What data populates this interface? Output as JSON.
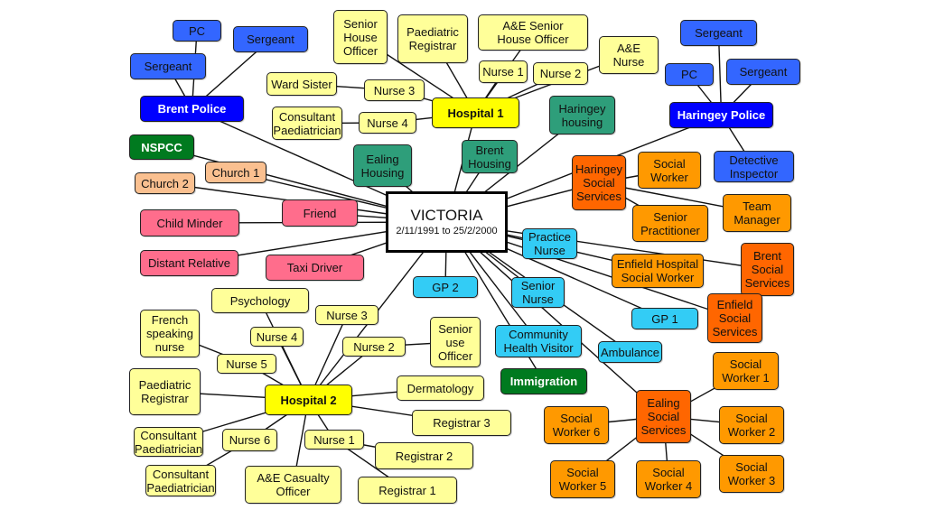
{
  "colors": {
    "yellow": "#ffff99",
    "hospital": "#ffff00",
    "police": "#0000ff",
    "police_officer": "#3366ff",
    "green_dark": "#007a1f",
    "teal": "#2e9e7a",
    "peach": "#fac090",
    "pink": "#ff6d8c",
    "cyan": "#33ccf5",
    "orange_light": "#ff9900",
    "orange_dark": "#ff6600"
  },
  "center": {
    "title": "VICTORIA",
    "dates": "2/11/1991 to 25/2/2000"
  },
  "nodes": [
    {
      "id": "pc1",
      "label": "PC",
      "color": "police_officer"
    },
    {
      "id": "sergeant1",
      "label": "Sergeant",
      "color": "police_officer"
    },
    {
      "id": "sergeant2",
      "label": "Sergeant",
      "color": "police_officer"
    },
    {
      "id": "brent_police",
      "label": "Brent Police",
      "color": "police"
    },
    {
      "id": "nspcc",
      "label": "NSPCC",
      "color": "green_dark"
    },
    {
      "id": "church2",
      "label": "Church 2",
      "color": "peach"
    },
    {
      "id": "church1",
      "label": "Church 1",
      "color": "peach"
    },
    {
      "id": "child_minder",
      "label": "Child Minder",
      "color": "pink"
    },
    {
      "id": "distant_relative",
      "label": "Distant Relative",
      "color": "pink"
    },
    {
      "id": "friend",
      "label": "Friend",
      "color": "pink"
    },
    {
      "id": "taxi_driver",
      "label": "Taxi Driver",
      "color": "pink"
    },
    {
      "id": "ealing_housing",
      "label": "Ealing\nHousing",
      "color": "teal"
    },
    {
      "id": "brent_housing",
      "label": "Brent\nHousing",
      "color": "teal"
    },
    {
      "id": "haringey_housing",
      "label": "Haringey\nhousing",
      "color": "teal"
    },
    {
      "id": "hospital1",
      "label": "Hospital 1",
      "color": "hospital"
    },
    {
      "id": "senior_house_officer",
      "label": "Senior\nHouse\nOfficer",
      "color": "yellow"
    },
    {
      "id": "paed_registrar1",
      "label": "Paediatric\nRegistrar",
      "color": "yellow"
    },
    {
      "id": "ae_senior_house_officer",
      "label": "A&E Senior\nHouse Officer",
      "color": "yellow"
    },
    {
      "id": "ae_nurse",
      "label": "A&E\nNurse",
      "color": "yellow"
    },
    {
      "id": "nurse1_h1",
      "label": "Nurse 1",
      "color": "yellow"
    },
    {
      "id": "nurse2_h1",
      "label": "Nurse 2",
      "color": "yellow"
    },
    {
      "id": "ward_sister",
      "label": "Ward Sister",
      "color": "yellow"
    },
    {
      "id": "nurse3_h1",
      "label": "Nurse 3",
      "color": "yellow"
    },
    {
      "id": "consultant_paed1",
      "label": "Consultant\nPaediatrician",
      "color": "yellow"
    },
    {
      "id": "nurse4_h1",
      "label": "Nurse 4",
      "color": "yellow"
    },
    {
      "id": "haringey_police",
      "label": "Haringey Police",
      "color": "police"
    },
    {
      "id": "sergeant3",
      "label": "Sergeant",
      "color": "police_officer"
    },
    {
      "id": "pc2",
      "label": "PC",
      "color": "police_officer"
    },
    {
      "id": "sergeant4",
      "label": "Sergeant",
      "color": "police_officer"
    },
    {
      "id": "detective_inspector",
      "label": "Detective\nInspector",
      "color": "police_officer"
    },
    {
      "id": "haringey_ss",
      "label": "Haringey\nSocial\nServices",
      "color": "orange_dark"
    },
    {
      "id": "social_worker",
      "label": "Social\nWorker",
      "color": "orange_light"
    },
    {
      "id": "team_manager",
      "label": "Team\nManager",
      "color": "orange_light"
    },
    {
      "id": "senior_practitioner",
      "label": "Senior\nPractitioner",
      "color": "orange_light"
    },
    {
      "id": "practice_nurse",
      "label": "Practice\nNurse",
      "color": "cyan"
    },
    {
      "id": "enfield_hosp_sw",
      "label": "Enfield Hospital\nSocial Worker",
      "color": "orange_light"
    },
    {
      "id": "brent_ss",
      "label": "Brent\nSocial\nServices",
      "color": "orange_dark"
    },
    {
      "id": "enfield_ss",
      "label": "Enfield\nSocial\nServices",
      "color": "orange_dark"
    },
    {
      "id": "gp2",
      "label": "GP 2",
      "color": "cyan"
    },
    {
      "id": "senior_nurse",
      "label": "Senior\nNurse",
      "color": "cyan"
    },
    {
      "id": "gp1",
      "label": "GP 1",
      "color": "cyan"
    },
    {
      "id": "community_hv",
      "label": "Community\nHealth Visitor",
      "color": "cyan"
    },
    {
      "id": "ambulance",
      "label": "Ambulance",
      "color": "cyan"
    },
    {
      "id": "immigration",
      "label": "Immigration",
      "color": "green_dark"
    },
    {
      "id": "psychology",
      "label": "Psychology",
      "color": "yellow"
    },
    {
      "id": "french_nurse",
      "label": "French\nspeaking\nnurse",
      "color": "yellow"
    },
    {
      "id": "nurse4_h2",
      "label": "Nurse 4",
      "color": "yellow"
    },
    {
      "id": "nurse3_h2",
      "label": "Nurse 3",
      "color": "yellow"
    },
    {
      "id": "nurse5_h2",
      "label": "Nurse 5",
      "color": "yellow"
    },
    {
      "id": "nurse2_h2",
      "label": "Nurse 2",
      "color": "yellow"
    },
    {
      "id": "senior_use_officer",
      "label": "Senior\nuse\nOfficer",
      "color": "yellow"
    },
    {
      "id": "paed_registrar2",
      "label": "Paediatric\nRegistrar",
      "color": "yellow"
    },
    {
      "id": "hospital2",
      "label": "Hospital 2",
      "color": "hospital"
    },
    {
      "id": "dermatology",
      "label": "Dermatology",
      "color": "yellow"
    },
    {
      "id": "registrar3",
      "label": "Registrar 3",
      "color": "yellow"
    },
    {
      "id": "consultant_paed2",
      "label": "Consultant\nPaediatrician",
      "color": "yellow"
    },
    {
      "id": "nurse6_h2",
      "label": "Nurse 6",
      "color": "yellow"
    },
    {
      "id": "nurse1_h2",
      "label": "Nurse 1",
      "color": "yellow"
    },
    {
      "id": "registrar2",
      "label": "Registrar 2",
      "color": "yellow"
    },
    {
      "id": "consultant_paed3",
      "label": "Consultant\nPaediatrician",
      "color": "yellow"
    },
    {
      "id": "ae_casualty_officer",
      "label": "A&E Casualty\nOfficer",
      "color": "yellow"
    },
    {
      "id": "registrar1",
      "label": "Registrar 1",
      "color": "yellow"
    },
    {
      "id": "ealing_ss",
      "label": "Ealing\nSocial\nServices",
      "color": "orange_dark"
    },
    {
      "id": "social_worker1",
      "label": "Social\nWorker 1",
      "color": "orange_light"
    },
    {
      "id": "social_worker6",
      "label": "Social\nWorker 6",
      "color": "orange_light"
    },
    {
      "id": "social_worker2",
      "label": "Social\nWorker 2",
      "color": "orange_light"
    },
    {
      "id": "social_worker5",
      "label": "Social\nWorker 5",
      "color": "orange_light"
    },
    {
      "id": "social_worker4",
      "label": "Social\nWorker 4",
      "color": "orange_light"
    },
    {
      "id": "social_worker3",
      "label": "Social\nWorker 3",
      "color": "orange_light"
    }
  ],
  "edges": [
    [
      "center",
      "brent_police"
    ],
    [
      "center",
      "nspcc"
    ],
    [
      "center",
      "church1"
    ],
    [
      "center",
      "church2"
    ],
    [
      "center",
      "friend"
    ],
    [
      "center",
      "child_minder"
    ],
    [
      "center",
      "distant_relative"
    ],
    [
      "center",
      "taxi_driver"
    ],
    [
      "center",
      "ealing_housing"
    ],
    [
      "center",
      "hospital1"
    ],
    [
      "center",
      "brent_housing"
    ],
    [
      "center",
      "haringey_housing"
    ],
    [
      "center",
      "haringey_police"
    ],
    [
      "center",
      "haringey_ss"
    ],
    [
      "center",
      "practice_nurse"
    ],
    [
      "center",
      "enfield_hosp_sw"
    ],
    [
      "center",
      "brent_ss"
    ],
    [
      "center",
      "enfield_ss"
    ],
    [
      "center",
      "gp2"
    ],
    [
      "center",
      "senior_nurse"
    ],
    [
      "center",
      "gp1"
    ],
    [
      "center",
      "community_hv"
    ],
    [
      "center",
      "ambulance"
    ],
    [
      "center",
      "immigration"
    ],
    [
      "center",
      "hospital2"
    ],
    [
      "center",
      "ealing_ss"
    ],
    [
      "brent_police",
      "pc1"
    ],
    [
      "brent_police",
      "sergeant1"
    ],
    [
      "brent_police",
      "sergeant2"
    ],
    [
      "hospital1",
      "senior_house_officer"
    ],
    [
      "hospital1",
      "paed_registrar1"
    ],
    [
      "hospital1",
      "ae_senior_house_officer"
    ],
    [
      "hospital1",
      "ae_nurse"
    ],
    [
      "hospital1",
      "nurse1_h1"
    ],
    [
      "hospital1",
      "nurse2_h1"
    ],
    [
      "hospital1",
      "nurse3_h1"
    ],
    [
      "hospital1",
      "nurse4_h1"
    ],
    [
      "nurse3_h1",
      "ward_sister"
    ],
    [
      "nurse4_h1",
      "consultant_paed1"
    ],
    [
      "haringey_police",
      "sergeant3"
    ],
    [
      "haringey_police",
      "pc2"
    ],
    [
      "haringey_police",
      "sergeant4"
    ],
    [
      "haringey_police",
      "detective_inspector"
    ],
    [
      "haringey_ss",
      "social_worker"
    ],
    [
      "haringey_ss",
      "team_manager"
    ],
    [
      "haringey_ss",
      "senior_practitioner"
    ],
    [
      "hospital2",
      "psychology"
    ],
    [
      "hospital2",
      "nurse3_h2"
    ],
    [
      "hospital2",
      "nurse4_h2"
    ],
    [
      "hospital2",
      "nurse5_h2"
    ],
    [
      "hospital2",
      "nurse2_h2"
    ],
    [
      "hospital2",
      "paed_registrar2"
    ],
    [
      "hospital2",
      "dermatology"
    ],
    [
      "hospital2",
      "registrar3"
    ],
    [
      "hospital2",
      "consultant_paed2"
    ],
    [
      "hospital2",
      "nurse6_h2"
    ],
    [
      "hospital2",
      "nurse1_h2"
    ],
    [
      "hospital2",
      "ae_casualty_officer"
    ],
    [
      "nurse5_h2",
      "french_nurse"
    ],
    [
      "nurse2_h2",
      "senior_use_officer"
    ],
    [
      "nurse6_h2",
      "consultant_paed3"
    ],
    [
      "nurse1_h2",
      "registrar2"
    ],
    [
      "nurse1_h2",
      "registrar1"
    ],
    [
      "ealing_ss",
      "social_worker1"
    ],
    [
      "ealing_ss",
      "social_worker2"
    ],
    [
      "ealing_ss",
      "social_worker3"
    ],
    [
      "ealing_ss",
      "social_worker4"
    ],
    [
      "ealing_ss",
      "social_worker5"
    ],
    [
      "ealing_ss",
      "social_worker6"
    ]
  ]
}
